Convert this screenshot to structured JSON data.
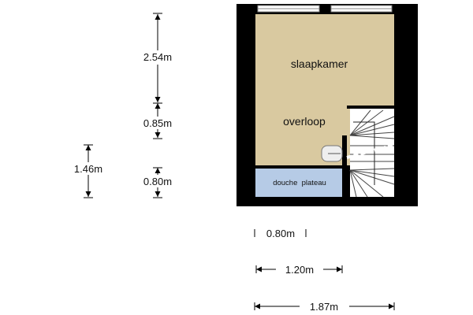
{
  "rooms": {
    "bedroom": "slaapkamer",
    "landing": "overloop",
    "shower": "douche  plateau"
  },
  "dimensions": {
    "vertical": [
      "2.54m",
      "0.85m",
      "0.80m",
      "1.46m"
    ],
    "horizontal": [
      "0.80m",
      "1.20m",
      "1.87m"
    ]
  },
  "colors": {
    "wall": "#000000",
    "floor": "#d9c9a0",
    "shower": "#b6cbe6"
  }
}
